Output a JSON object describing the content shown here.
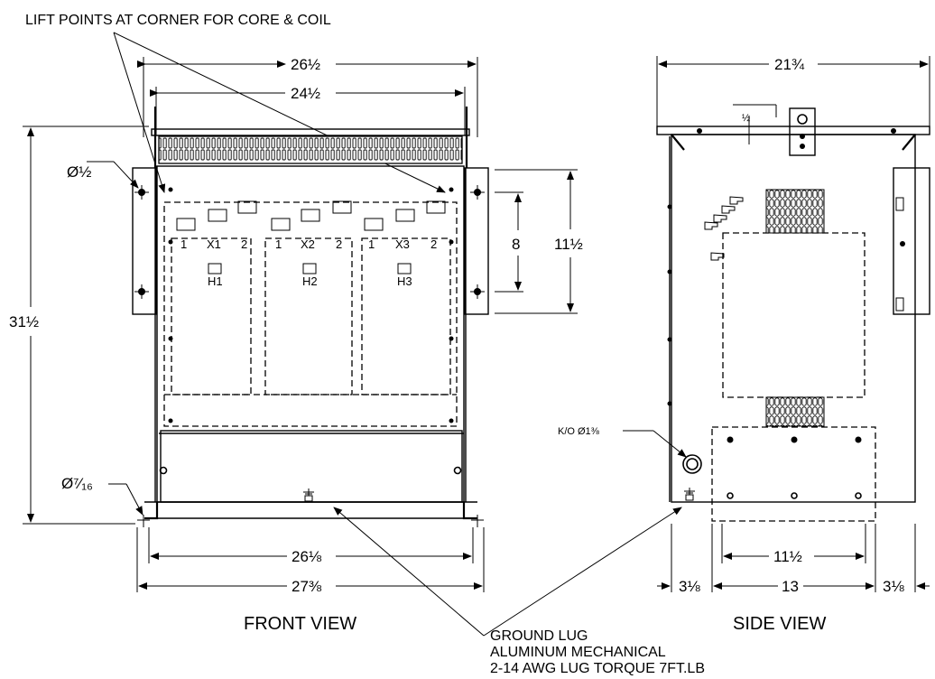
{
  "notes": {
    "lift_points": "LIFT POINTS AT CORNER FOR CORE & COIL",
    "ground_lug_line1": "GROUND LUG",
    "ground_lug_line2": "ALUMINUM MECHANICAL",
    "ground_lug_line3": "2-14 AWG LUG TORQUE 7FT.LB",
    "knockout": "K/O Ø1⅜"
  },
  "views": {
    "front": "FRONT VIEW",
    "side": "SIDE VIEW"
  },
  "dimensions": {
    "front_overall_top": "26½",
    "front_inner_top": "24½",
    "front_height": "31½",
    "front_mount_hole": "Ø½",
    "front_bracket_span": "8",
    "front_bracket_height": "11½",
    "front_foot_hole": "Ø⁷⁄₁₆",
    "front_base_inner": "26⅛",
    "front_base_outer": "27⅜",
    "side_overall_top": "21¾",
    "side_lift_offset": "½",
    "side_base_inner": "11½",
    "side_base_overall": "13",
    "side_left_offset": "3⅛",
    "side_right_offset": "3⅛"
  },
  "terminals": {
    "x_labels": [
      "1",
      "X1",
      "2",
      "1",
      "X2",
      "2",
      "1",
      "X3",
      "2"
    ],
    "h_labels": [
      "H1",
      "H2",
      "H3"
    ]
  }
}
